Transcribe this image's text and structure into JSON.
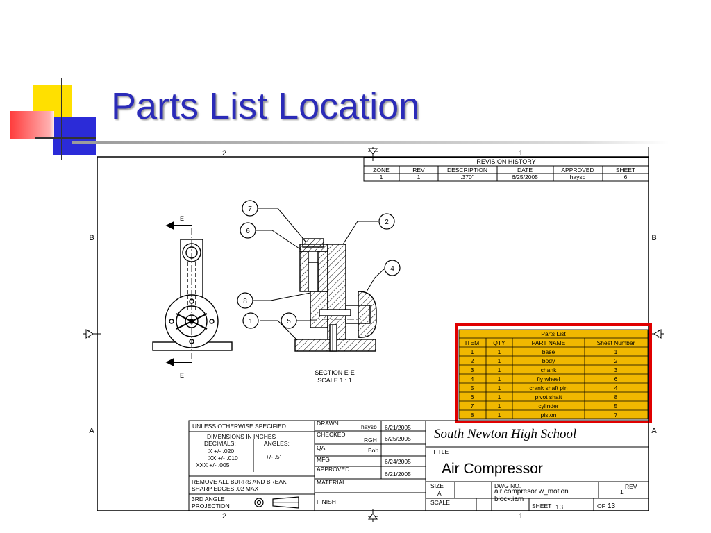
{
  "slide": {
    "title": "Parts List Location"
  },
  "border": {
    "zones_top": [
      "2",
      "1"
    ],
    "zones_bottom": [
      "2",
      "1"
    ],
    "rows_left": [
      "B",
      "A"
    ],
    "rows_right": [
      "B",
      "A"
    ]
  },
  "revision_history": {
    "title": "REVISION HISTORY",
    "columns": [
      "ZONE",
      "REV",
      "DESCRIPTION",
      "DATE",
      "APPROVED",
      "SHEET"
    ],
    "row": [
      "1",
      "1",
      ".370\"",
      "6/25/2005",
      "haysb",
      "6"
    ]
  },
  "views": {
    "cut_label_top": "E",
    "cut_label_bottom": "E",
    "section_title": "SECTION  E-E",
    "section_scale": "SCALE 1 : 1",
    "balloons": [
      "7",
      "6",
      "2",
      "4",
      "8",
      "1",
      "5"
    ]
  },
  "parts_list": {
    "title": "Parts List",
    "columns": [
      "ITEM",
      "QTY",
      "PART NAME",
      "Sheet Number"
    ],
    "rows": [
      [
        "1",
        "1",
        "base",
        "1"
      ],
      [
        "2",
        "1",
        "body",
        "2"
      ],
      [
        "3",
        "1",
        "chank",
        "3"
      ],
      [
        "4",
        "1",
        "fly wheel",
        "6"
      ],
      [
        "5",
        "1",
        "crank shaft pin",
        "4"
      ],
      [
        "6",
        "1",
        "pivot shaft",
        "8"
      ],
      [
        "7",
        "1",
        "cylinder",
        "5"
      ],
      [
        "8",
        "1",
        "piston",
        "7"
      ]
    ]
  },
  "title_block": {
    "unless": "UNLESS OTHERWISE SPECIFIED",
    "dims": "DIMENSIONS IN INCHES",
    "decimals": "DECIMALS:",
    "angles": "ANGLES:",
    "tol1": "X +/- .020",
    "tol2": "XX +/- .010",
    "tol3": "XXX +/- .005",
    "angle_tol": "+/- .5'",
    "burrs1": "REMOVE ALL BURRS AND BREAK",
    "burrs2": "SHARP EDGES .02 MAX",
    "proj1": "3RD ANGLE",
    "proj2": "PROJECTION",
    "drawn_label": "DRAWN",
    "drawn_by": "haysb",
    "drawn_date": "6/21/2005",
    "checked_label": "CHECKED",
    "checked_by": "RGH",
    "checked_date": "6/25/2005",
    "qa_label": "QA",
    "qa_by": "Bob",
    "mfg_label": "MFG",
    "mfg_date": "6/24/2005",
    "approved_label": "APPROVED",
    "approved_date": "6/21/2005",
    "material_label": "MATERIAL",
    "finish_label": "FINISH",
    "school": "South Newton High School",
    "title_label": "TITLE",
    "title_value": "Air Compressor",
    "size_label": "SIZE",
    "size_value": "A",
    "dwg_label": "DWG NO.",
    "dwg_value1": "air compresor w_motion",
    "dwg_value2": "block.iam",
    "rev_label": "REV",
    "rev_value": "1",
    "scale_label": "SCALE",
    "sheet_label": "SHEET",
    "sheet_value": "13",
    "of_label": "OF",
    "of_value": "13"
  }
}
